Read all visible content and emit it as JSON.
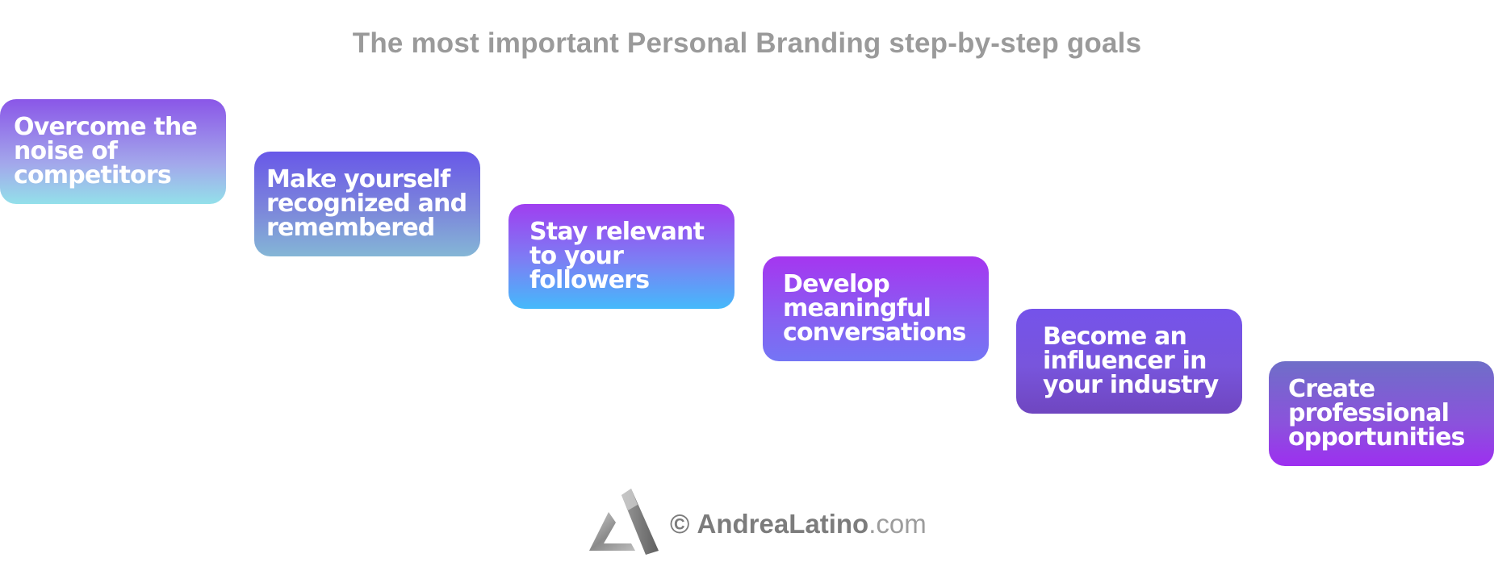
{
  "title": "The most important Personal Branding step-by-step goals",
  "steps": [
    {
      "lines": [
        "Overcome the",
        "noise of",
        "competitors"
      ]
    },
    {
      "lines": [
        "Make yourself",
        "recognized and",
        "remembered"
      ]
    },
    {
      "lines": [
        "Stay relevant",
        "to your",
        "followers"
      ]
    },
    {
      "lines": [
        "Develop",
        "meaningful",
        "conversations"
      ]
    },
    {
      "lines": [
        "Become an",
        "influencer in",
        "your industry"
      ]
    },
    {
      "lines": [
        "Create",
        "professional",
        "opportunities"
      ]
    }
  ],
  "footer": {
    "logo_icon": "triangle-a-logo-icon",
    "copyright_symbol": "©",
    "brand": "AndreaLatino",
    "domain": ".com"
  },
  "colors": {
    "title": "#9a9a9a",
    "footer_text": "#7c7c7c",
    "step_1_gradient": [
      "#8a56e8",
      "#a3a8eb",
      "#93e0ea"
    ],
    "step_2_gradient": [
      "#6858e8",
      "#7c86db",
      "#84b6d6"
    ],
    "step_3_gradient": [
      "#a03ef0",
      "#7b80f4",
      "#45b9fb"
    ],
    "step_4_gradient": [
      "#a536f0",
      "#8760f2",
      "#7475f4"
    ],
    "step_5_gradient": [
      "#7553ea",
      "#7855dc",
      "#6f46c0"
    ],
    "step_6_gradient": [
      "#6f6ec8",
      "#8b52dc",
      "#9d2ff0"
    ]
  }
}
